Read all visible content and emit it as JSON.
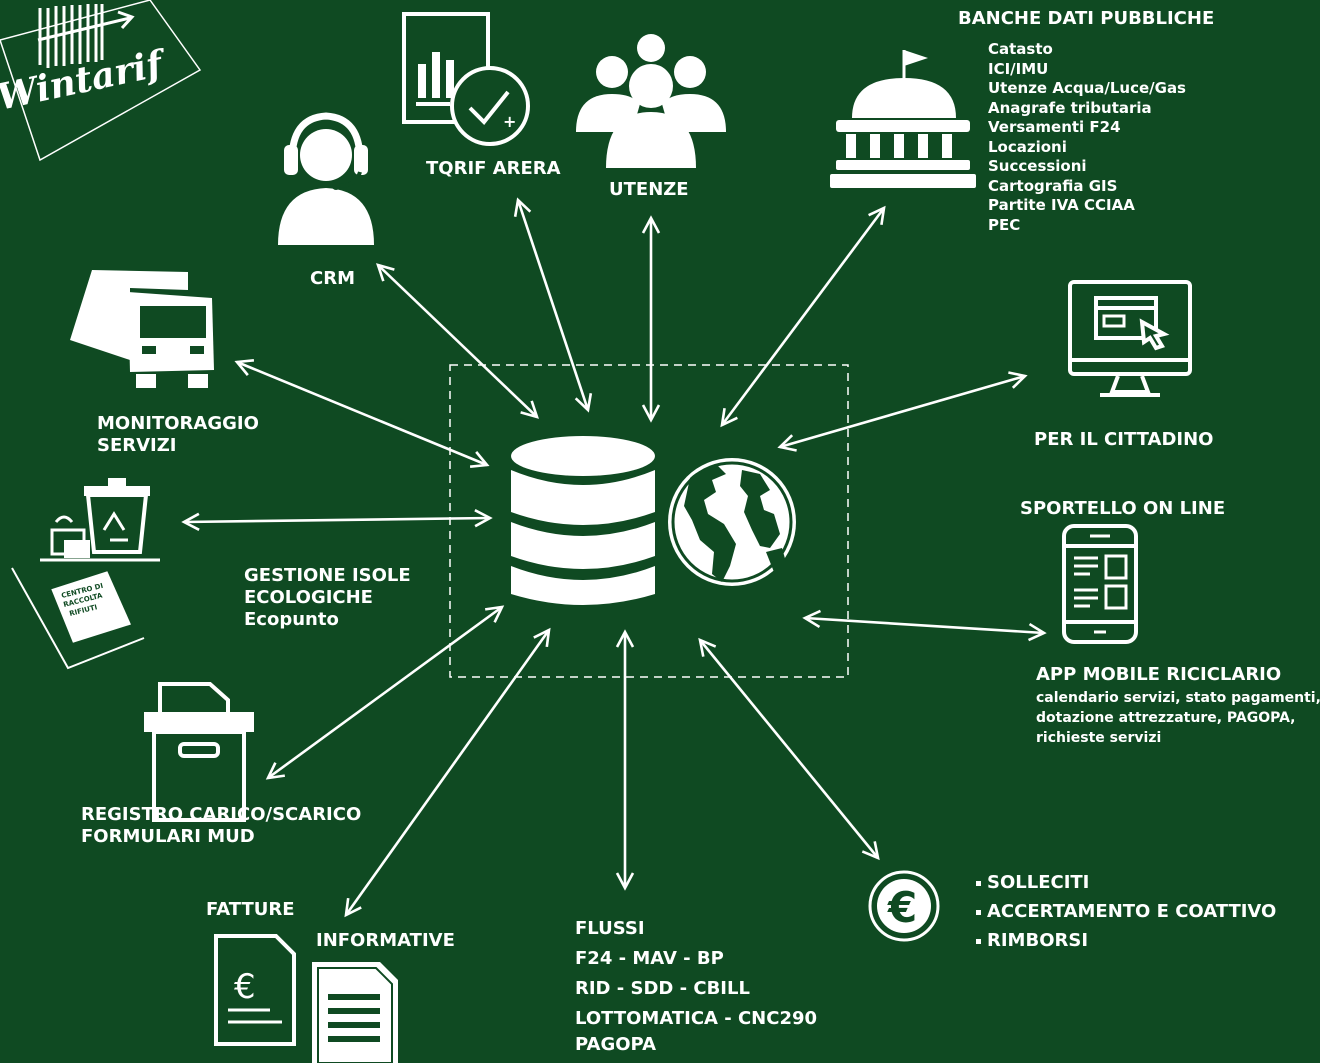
{
  "logo": {
    "text": "Wintarif"
  },
  "nodes": {
    "crm": "CRM",
    "tqrif": "TQRIF ARERA",
    "utenze": "UTENZE",
    "banche_title": "BANCHE DATI PUBBLICHE",
    "banche_items": [
      "Catasto",
      "ICI/IMU",
      "Utenze Acqua/Luce/Gas",
      "Anagrafe tributaria",
      "Versamenti F24",
      "Locazioni",
      "Successioni",
      "Cartografia GIS",
      "Partite IVA CCIAA",
      "PEC"
    ],
    "monitoraggio": [
      "MONITORAGGIO",
      "SERVIZI"
    ],
    "cittadino": "PER IL CITTADINO",
    "sportello": "SPORTELLO ON LINE",
    "isole": [
      "GESTIONE ISOLE",
      "ECOLOGICHE",
      "Ecopunto"
    ],
    "centro_sign": [
      "CENTRO DI",
      "RACCOLTA",
      "RIFIUTI"
    ],
    "app_title": "APP MOBILE RICICLARIO",
    "app_desc": [
      "calendario servizi, stato pagamenti,",
      "dotazione attrezzature, PAGOPA,",
      "richieste servizi"
    ],
    "registro": [
      "REGISTRO CARICO/SCARICO",
      "FORMULARI MUD"
    ],
    "fatture": "FATTURE",
    "informative": "INFORMATIVE",
    "flussi": [
      "FLUSSI",
      "F24 - MAV - BP",
      "RID - SDD - CBILL",
      "LOTTOMATICA - CNC290",
      "PAGOPA"
    ],
    "euro_items": [
      "SOLLECITI",
      "ACCERTAMENTO E COATTIVO",
      "RIMBORSI"
    ]
  },
  "colors": {
    "background": "#0f4a22",
    "foreground": "#ffffff"
  },
  "icons": [
    "headset-operator-icon",
    "report-check-icon",
    "users-group-icon",
    "government-building-icon",
    "truck-icon",
    "desktop-monitor-icon",
    "recycling-bin-icon",
    "smartphone-app-icon",
    "archive-box-icon",
    "invoice-euro-icon",
    "document-icon",
    "euro-coin-icon",
    "database-icon",
    "globe-icon"
  ]
}
